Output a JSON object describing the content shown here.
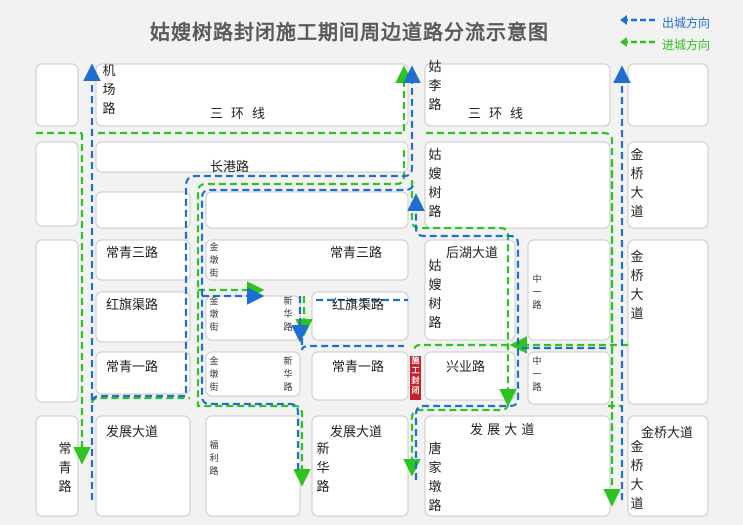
{
  "title": "姑嫂树路封闭施工期间周边道路分流示意图",
  "legend": {
    "outbound": {
      "label": "出城方向",
      "color": "#1f6fd1"
    },
    "inbound": {
      "label": "进城方向",
      "color": "#2ec41f"
    }
  },
  "closure_label": "施工封闭",
  "closure_color": "#c8202a",
  "roads": {
    "jichang": "机场路",
    "gulilu": "姑李路",
    "sanhuan_left": "三环线",
    "sanhuan_right": "三环线",
    "changgang": "长港路",
    "gusaoshu_upper": "姑嫂树路",
    "gusaoshu_lower": "姑嫂树路",
    "jinqiao_1": "金桥大道",
    "jinqiao_2": "金桥大道",
    "jinqiao_3": "金桥大道",
    "jinqiao_4": "金桥大道",
    "changqing3_left": "常青三路",
    "changqing3_mid": "常青三路",
    "houhu": "后湖大道",
    "hongqiqu_left": "红旗渠路",
    "hongqiqu_mid": "红旗渠路",
    "changqing1_left": "常青一路",
    "changqing1_mid": "常青一路",
    "xingye": "兴业路",
    "fazhan_left": "发展大道",
    "fazhan_mid": "发展大道",
    "fazhan_right": "发 展 大 道",
    "changqing_road": "常青路",
    "xinhua_main": "新华路",
    "tangjiadun": "唐家墩路",
    "jindun_1": "金墩街",
    "jindun_2": "金墩街",
    "jindun_3": "金墩街",
    "xinhua_1": "新华路",
    "xinhua_2": "新华路",
    "zhongyi_1": "中一路",
    "zhongyi_2": "中一路",
    "fuli": "福利路"
  }
}
